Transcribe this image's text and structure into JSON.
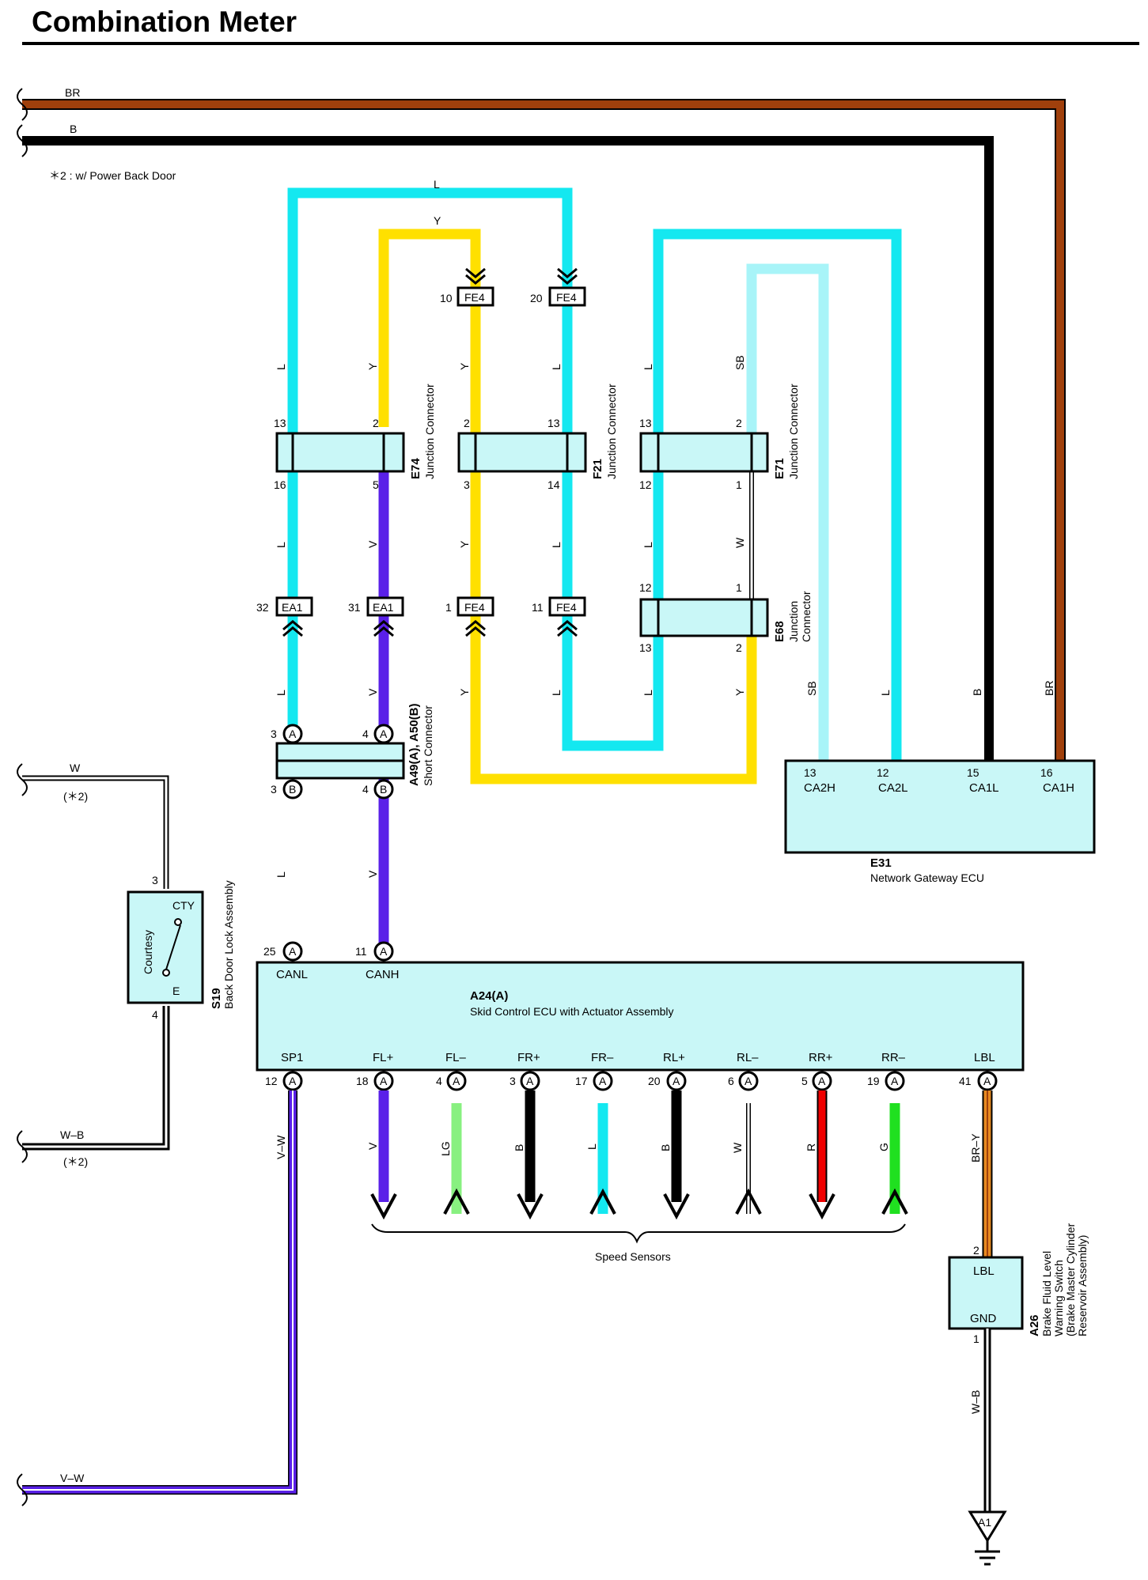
{
  "title": "Combination Meter",
  "note": "＊2 : w/ Power Back Door",
  "colors": {
    "L": "#14e8f0",
    "Y": "#ffe000",
    "V": "#5a20e8",
    "SB": "#a8f4f8",
    "BR": "#a0400c",
    "B": "#000000",
    "LG": "#88f080",
    "R": "#f00000",
    "G": "#20e020",
    "BRY": "#e88a20",
    "box": "#c9f7f7"
  },
  "wires": {
    "br": "BR",
    "b": "B",
    "l": "L",
    "y": "Y",
    "sb": "SB",
    "w": "W",
    "v": "V",
    "vw": "V–W",
    "wb": "W–B",
    "lg": "LG",
    "r": "R",
    "g": "G",
    "bry": "BR–Y",
    "star2": "(＊2)"
  },
  "connectors": {
    "fe4": "FE4",
    "ea1": "EA1",
    "a": "A",
    "b": "B",
    "a1": "A1",
    "pins": {
      "p1": "1",
      "p2": "2",
      "p3": "3",
      "p4": "4",
      "p5": "5",
      "p6": "6",
      "p10": "10",
      "p11": "11",
      "p12": "12",
      "p13": "13",
      "p14": "14",
      "p15": "15",
      "p16": "16",
      "p17": "17",
      "p18": "18",
      "p19": "19",
      "p20": "20",
      "p25": "25",
      "p31": "31",
      "p32": "32",
      "p41": "41"
    }
  },
  "components": {
    "e74": {
      "code": "E74",
      "name": "Junction Connector"
    },
    "f21": {
      "code": "F21",
      "name": "Junction Connector"
    },
    "e71": {
      "code": "E71",
      "name": "Junction Connector"
    },
    "e68": {
      "code": "E68",
      "name1": "Junction",
      "name2": "Connector"
    },
    "a49": {
      "code": "A49(A), A50(B)",
      "name": "Short Connector"
    },
    "e31": {
      "code": "E31",
      "name": "Network Gateway ECU",
      "terminals": {
        "ca2h": "CA2H",
        "ca2l": "CA2L",
        "ca1l": "CA1L",
        "ca1h": "CA1H"
      }
    },
    "a24": {
      "code": "A24(A)",
      "name": "Skid Control ECU with Actuator Assembly",
      "terminals": {
        "canl": "CANL",
        "canh": "CANH",
        "sp1": "SP1",
        "flp": "FL+",
        "flm": "FL–",
        "frp": "FR+",
        "frm": "FR–",
        "rlp": "RL+",
        "rlm": "RL–",
        "rrp": "RR+",
        "rrm": "RR–",
        "lbl": "LBL"
      }
    },
    "s19": {
      "code": "S19",
      "name": "Back Door Lock Assembly",
      "switch": "Courtesy",
      "cty": "CTY",
      "e": "E"
    },
    "a26": {
      "code": "A26",
      "line1": "Brake Fluid Level",
      "line2": "Warning Switch",
      "line3": "(Brake Master Cylinder",
      "line4": "Reservoir Assembly)",
      "lbl": "LBL",
      "gnd": "GND"
    }
  },
  "speed_sensors": "Speed Sensors"
}
